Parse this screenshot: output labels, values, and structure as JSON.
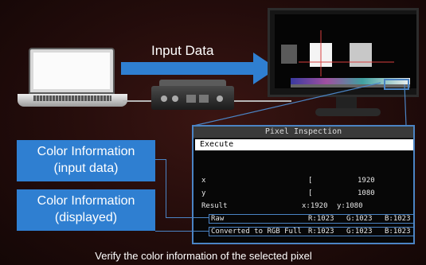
{
  "arrow": {
    "label": "Input Data"
  },
  "panel": {
    "title": "Pixel Inspection",
    "execute_label": "Execute",
    "rows": {
      "x": {
        "label": "x",
        "bracket": "[",
        "value": "1920"
      },
      "y": {
        "label": "y",
        "bracket": "[",
        "value": "1080"
      },
      "result": {
        "label": "Result",
        "x": "x:1920",
        "y": "y:1080"
      },
      "raw": {
        "label": "Raw",
        "r": "R:1023",
        "g": "G:1023",
        "b": "B:1023"
      },
      "converted": {
        "label": "Converted to RGB Full",
        "r": "R:1023",
        "g": "G:1023",
        "b": "B:1023"
      }
    }
  },
  "info_boxes": {
    "input": {
      "line1": "Color Information",
      "line2": "(input data)"
    },
    "displayed": {
      "line1": "Color Information",
      "line2": "(displayed)"
    }
  },
  "caption": "Verify the color information of the selected pixel",
  "colors": {
    "accent": "#2f7fd1",
    "line": "#4b84c4",
    "background": "#230c0b"
  }
}
